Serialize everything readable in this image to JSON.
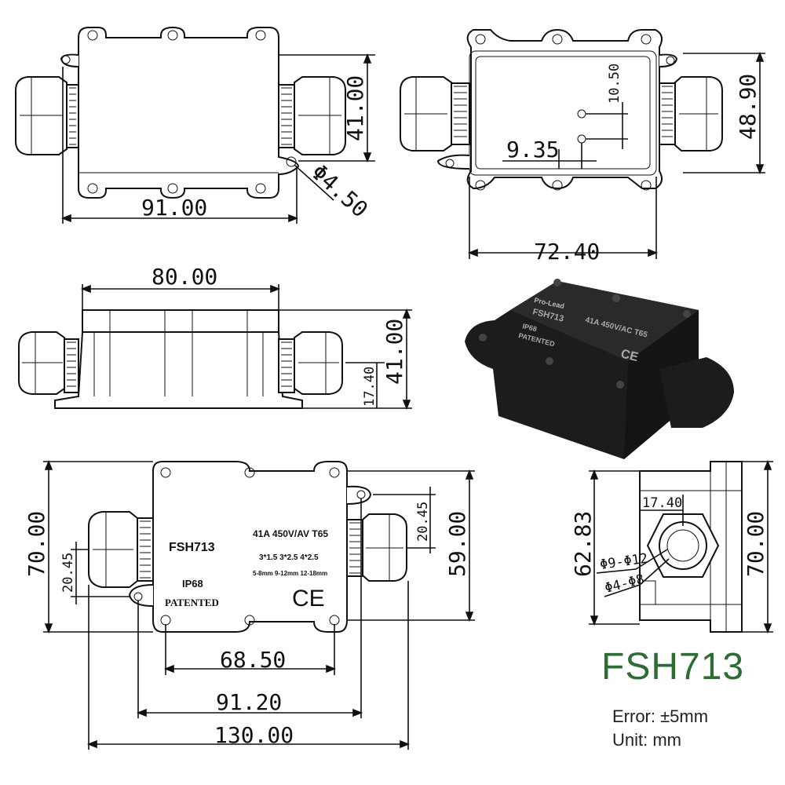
{
  "product": {
    "model": "FSH713",
    "error_text": "Error: ±5mm",
    "unit_text": "Unit: mm"
  },
  "views": {
    "top_view": {
      "width": "91.00",
      "height": "41.00",
      "hole": "Φ4.50"
    },
    "inner_view": {
      "width": "72.40",
      "height": "48.90",
      "offset_v": "10.50",
      "offset_h": "9.35"
    },
    "side_view": {
      "width": "80.00",
      "height": "41.00",
      "low_height": "17.40"
    },
    "front_view": {
      "model": "FSH713",
      "rating": "41A 450V/AV T65",
      "wires": "3*1.5 3*2.5 4*2.5",
      "cable": "5-8mm 9-12mm 12-18mm",
      "ip": "IP68",
      "patent": "PATENTED",
      "ce": "CE",
      "dims": {
        "overall": "130.00",
        "mount_pitch": "91.20",
        "inner_pitch": "68.50",
        "height": "70.00",
        "mount_height": "59.00",
        "offset_left": "20.45",
        "offset_right": "20.45"
      }
    },
    "end_view": {
      "top": "17.40",
      "height": "62.83",
      "total": "70.00",
      "gland_big": "Φ9-Φ12",
      "gland_small": "Φ4-Φ8"
    },
    "photo": {
      "brand": "Pro-Lead",
      "model": "FSH713",
      "rating": "41A 450V/AC T65",
      "ip": "IP68",
      "patent": "PATENTED",
      "ce": "CE"
    }
  }
}
